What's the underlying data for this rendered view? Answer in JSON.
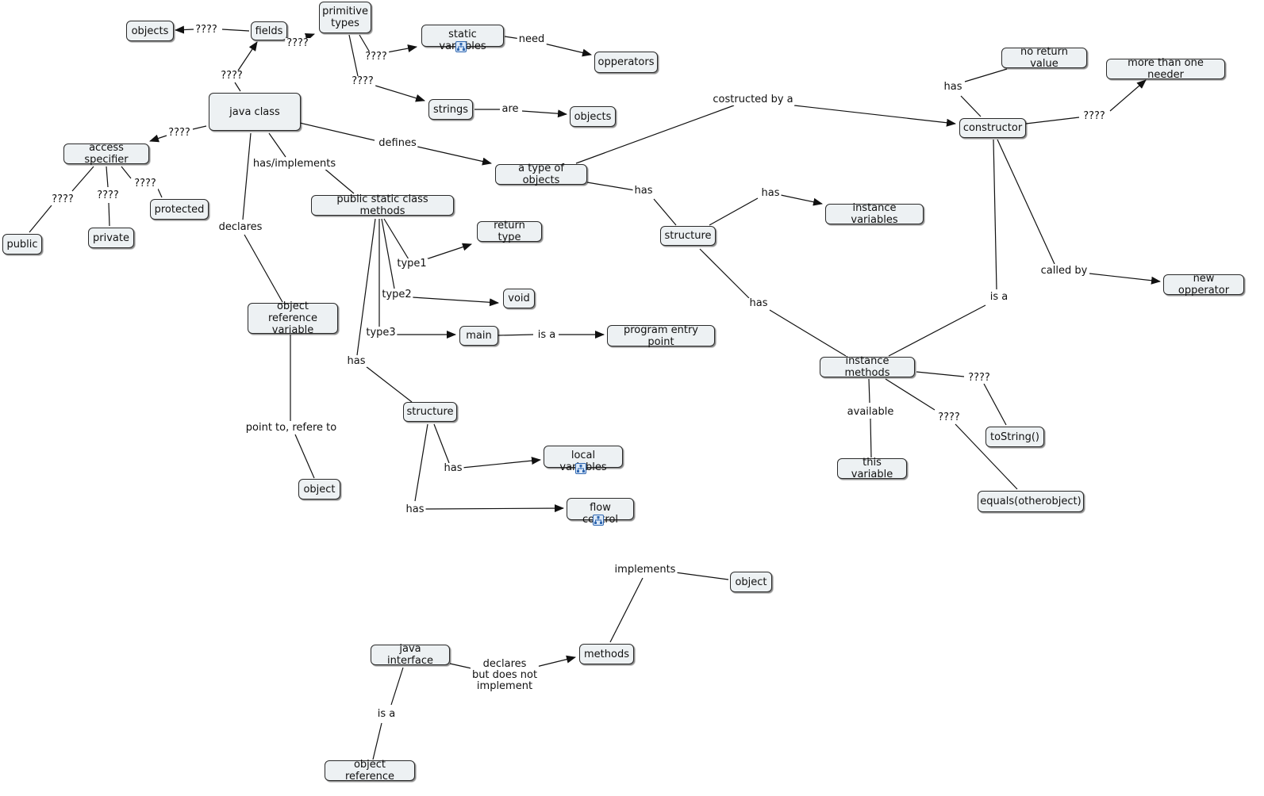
{
  "concepts": {
    "objects_top": "objects",
    "fields": "fields",
    "primitive_types": "primitive\ntypes",
    "static_variables": "static variables",
    "opperators": "opperators",
    "strings": "strings",
    "objects_mid": "objects",
    "java_class": "java class",
    "access_specifier": "access specifier",
    "public": "public",
    "private": "private",
    "protected": "protected",
    "public_static_methods": "public static class  methods",
    "return_type": "return type",
    "void": "void",
    "main": "main",
    "program_entry_point": "program entry point",
    "object_reference_variable": "object reference\nvariable",
    "object_left": "object",
    "structure_left": "structure",
    "local_variables": "local variables",
    "flow_control": "flow control",
    "a_type_of_objects": "a type of objects",
    "structure_right": "structure",
    "instance_variables": "instance variables",
    "instance_methods": "instance methods",
    "this_variable": "this variable",
    "tostring": "toString()",
    "equals": "equals(otherobject)",
    "constructor": "constructor",
    "no_return_value": "no return value",
    "more_than_one_needer": "more than one needer",
    "new_opperator": "new opperator",
    "java_interface": "java interface",
    "methods": "methods",
    "object_bottom": "object",
    "object_reference": "object reference"
  },
  "links": {
    "fields_objects": "????",
    "fields_primitive": "????",
    "primitive_static": "????",
    "static_need": "need",
    "primitive_strings": "????",
    "strings_are": "are",
    "class_fields": "????",
    "class_access": "????",
    "access_public": "????",
    "access_private": "????",
    "access_protected": "????",
    "class_has_implements": "has/implements",
    "class_declares": "declares",
    "class_defines": "defines",
    "type1": "type1",
    "type2": "type2",
    "type3": "type3",
    "main_is_a": "is a",
    "methods_has": "has",
    "orv_point_to": "point to, refere to",
    "struct_left_has_local": "has",
    "struct_left_has_flow": "has",
    "type_has_structure": "has",
    "struct_has_instance_vars": "has",
    "struct_has_instance_methods": "has",
    "type_constructed_by": "costructed by a",
    "constructor_has": "has",
    "constructor_more": "????",
    "constructor_called_by": "called by",
    "constructor_is_a": "is a",
    "im_available": "available",
    "im_tostring": "????",
    "im_equals": "????",
    "interface_declares": "declares\nbut does not\nimplement",
    "methods_implements": "implements",
    "interface_is_a": "is a"
  }
}
